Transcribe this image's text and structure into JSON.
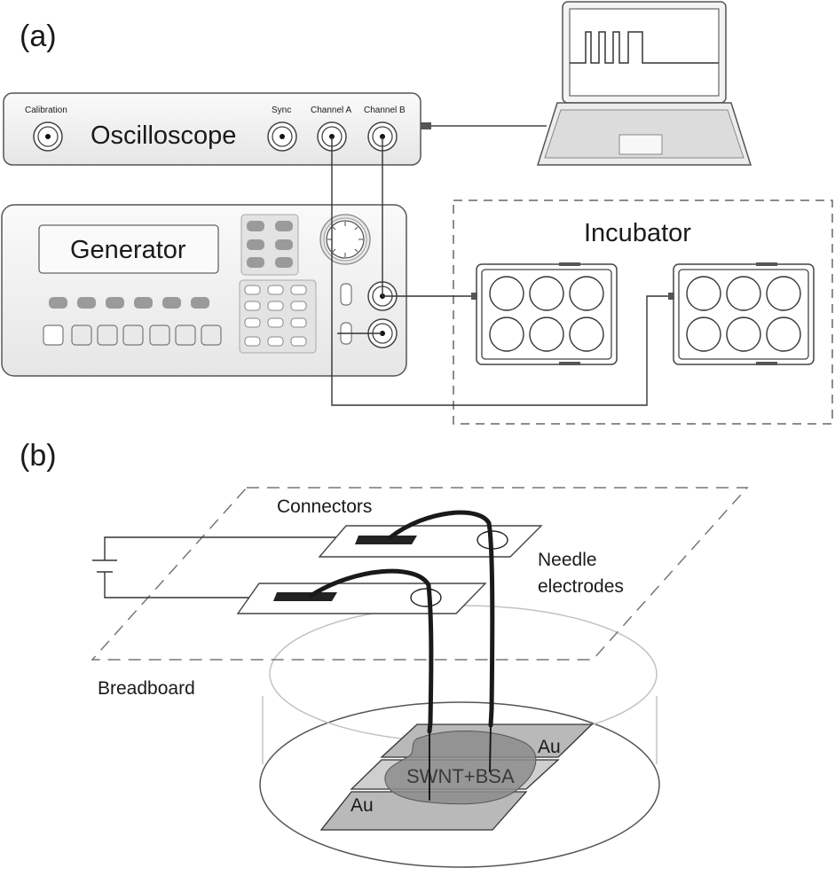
{
  "panels": {
    "a_label": "(a)",
    "b_label": "(b)"
  },
  "oscilloscope": {
    "title": "Oscilloscope",
    "port_calibration": "Calibration",
    "port_sync": "Sync",
    "port_channel_a": "Channel A",
    "port_channel_b": "Channel B"
  },
  "generator": {
    "title": "Generator"
  },
  "incubator": {
    "title": "Incubator"
  },
  "setup_b": {
    "connectors": "Connectors",
    "needle_line1": "Needle",
    "needle_line2": "electrodes",
    "breadboard": "Breadboard",
    "sample": "SWNT+BSA",
    "gold_top": "Au",
    "gold_bottom": "Au"
  },
  "colors": {
    "stroke": "#4a4a4a",
    "device_fill": "#f1f1f1",
    "button_dark": "#9a9a9a",
    "sample_fill": "#8c8c8c",
    "gold_fill": "#b9b9b9"
  }
}
